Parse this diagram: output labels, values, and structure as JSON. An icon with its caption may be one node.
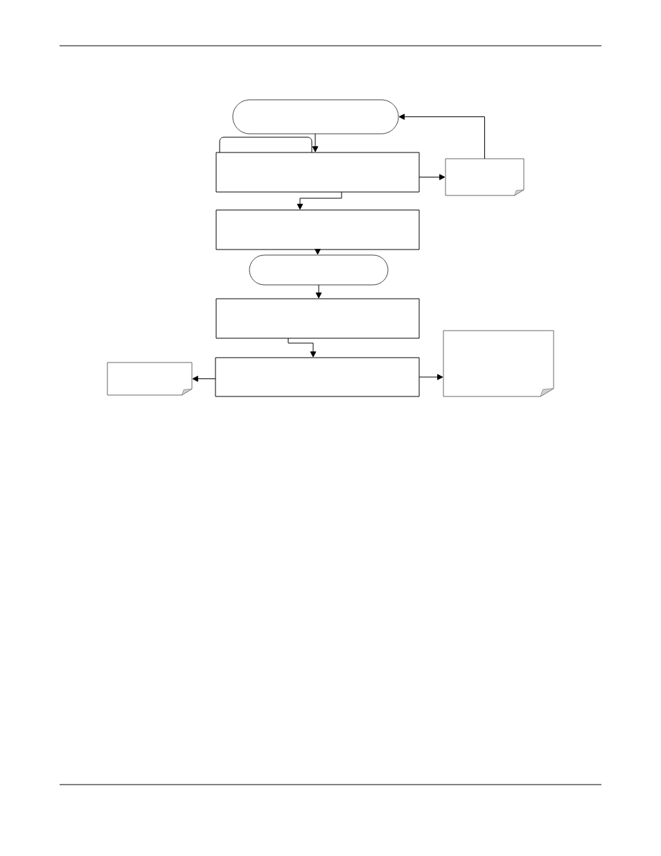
{
  "diagram": {
    "nodes": [
      {
        "text": [],
        "shape": "stadium"
      },
      {
        "text": [],
        "shape": "box"
      },
      {
        "text": [],
        "shape": "note"
      },
      {
        "text": [],
        "shape": "box"
      },
      {
        "text": [],
        "shape": "stadium"
      },
      {
        "text": [],
        "shape": "box"
      },
      {
        "text": [],
        "shape": "box"
      },
      {
        "text": [],
        "shape": "note"
      },
      {
        "text": [],
        "shape": "note"
      }
    ],
    "edges": [
      {
        "from": 0,
        "to": 1,
        "arrow": "to"
      },
      {
        "from": 1,
        "to": 3,
        "arrow": "to"
      },
      {
        "from": 1,
        "to": 2,
        "arrow": "to"
      },
      {
        "from": 2,
        "to": 0,
        "arrow": "to"
      },
      {
        "from": 3,
        "to": 4,
        "arrow": "to"
      },
      {
        "from": 4,
        "to": 5,
        "arrow": "to"
      },
      {
        "from": 5,
        "to": 6,
        "arrow": "to"
      },
      {
        "from": 6,
        "to": 7,
        "arrow": "to"
      },
      {
        "from": 6,
        "to": 8,
        "arrow": "to"
      }
    ]
  }
}
